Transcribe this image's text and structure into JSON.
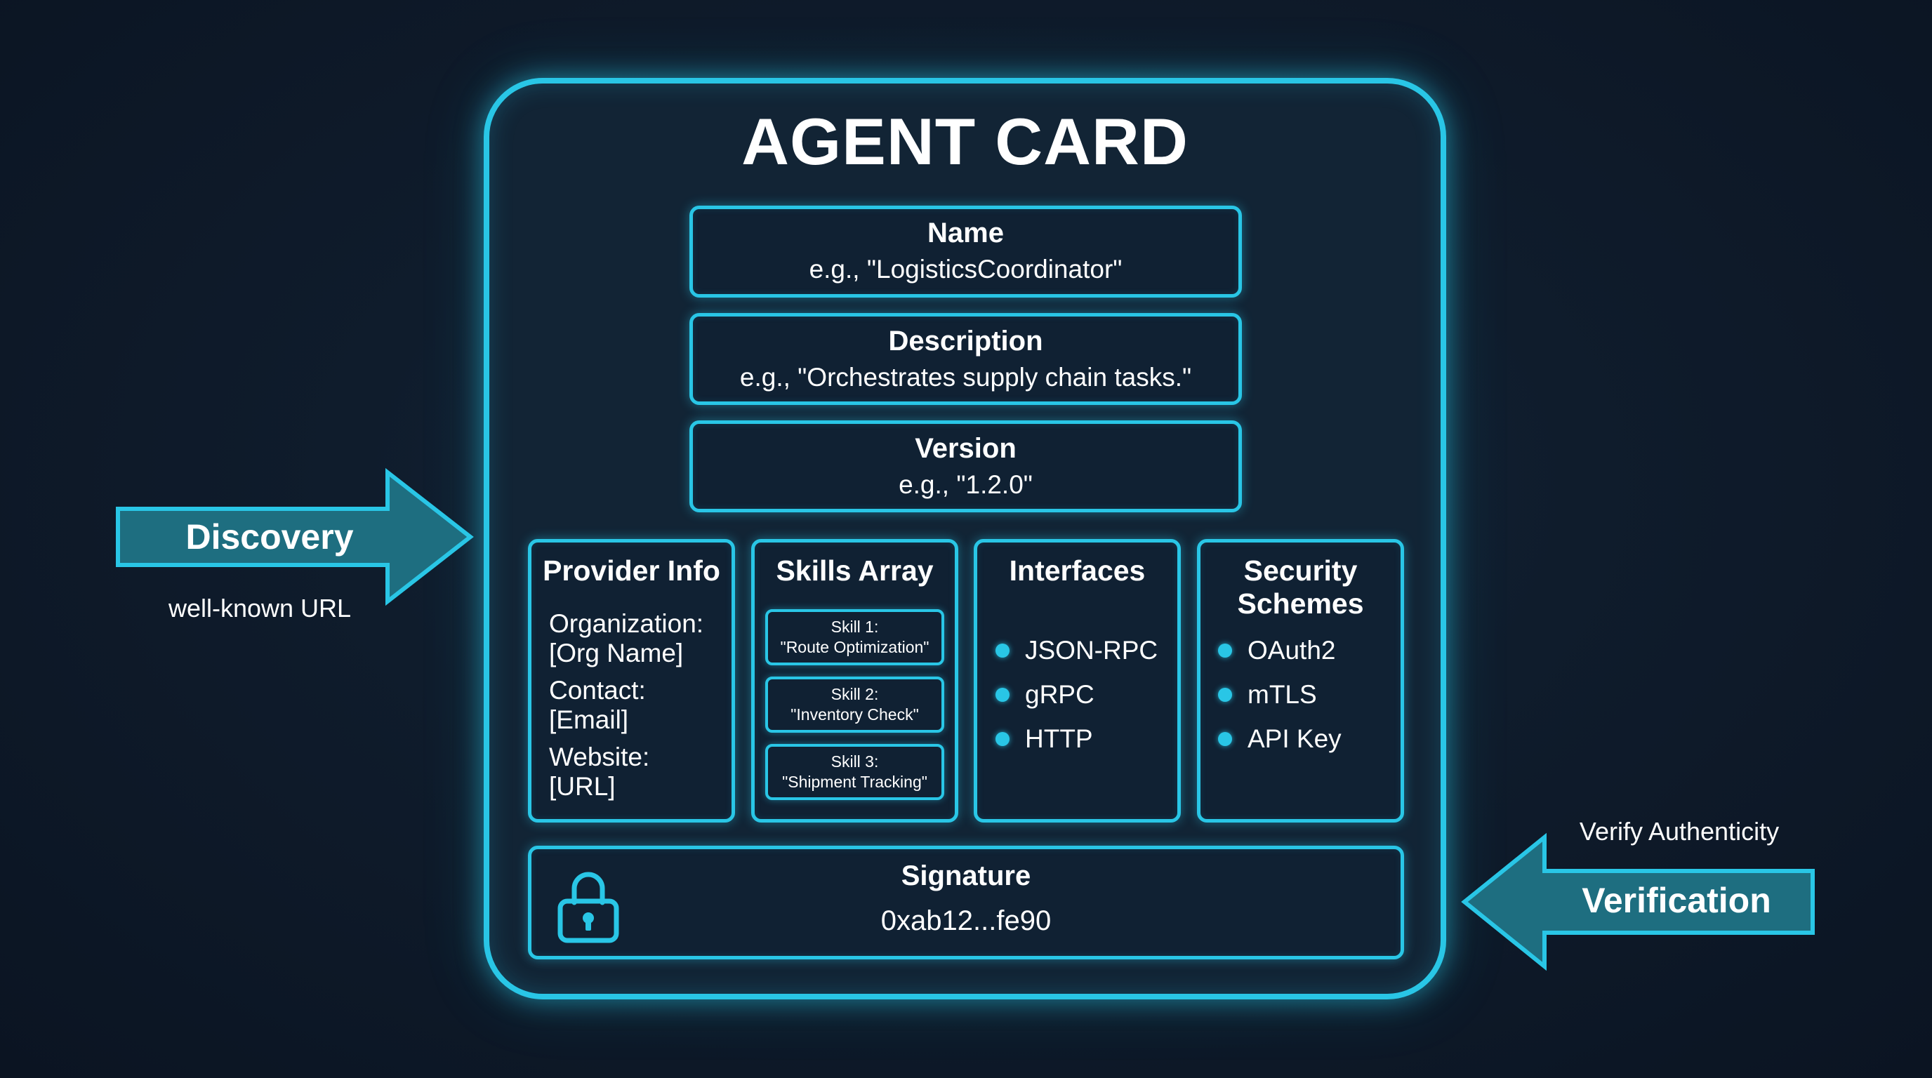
{
  "card": {
    "title": "AGENT CARD"
  },
  "fields": {
    "name": {
      "title": "Name",
      "value": "e.g., \"LogisticsCoordinator\""
    },
    "description": {
      "title": "Description",
      "value": "e.g., \"Orchestrates supply chain tasks.\""
    },
    "version": {
      "title": "Version",
      "value": "e.g., \"1.2.0\""
    }
  },
  "provider": {
    "title": "Provider Info",
    "lines": [
      "Organization:",
      "[Org Name]",
      "Contact:",
      "[Email]",
      "Website:",
      "[URL]"
    ]
  },
  "skills": {
    "title": "Skills Array",
    "items": [
      {
        "label": "Skill 1:",
        "name": "\"Route Optimization\""
      },
      {
        "label": "Skill 2:",
        "name": "\"Inventory Check\""
      },
      {
        "label": "Skill 3:",
        "name": "\"Shipment Tracking\""
      }
    ]
  },
  "interfaces": {
    "title": "Interfaces",
    "items": [
      "JSON-RPC",
      "gRPC",
      "HTTP"
    ]
  },
  "security": {
    "title_line1": "Security",
    "title_line2": "Schemes",
    "items": [
      "OAuth2",
      "mTLS",
      "API Key"
    ]
  },
  "signature": {
    "title": "Signature",
    "value": "0xab12...fe90",
    "icon": "lock-icon"
  },
  "discovery": {
    "label": "Discovery",
    "note": "well-known URL"
  },
  "verification": {
    "label": "Verification",
    "note": "Verify Authenticity"
  },
  "colors": {
    "accent": "#29c6e6",
    "arrow_fill": "#1e6e80",
    "background": "#0f1c2c",
    "card_fill": "#122435"
  }
}
